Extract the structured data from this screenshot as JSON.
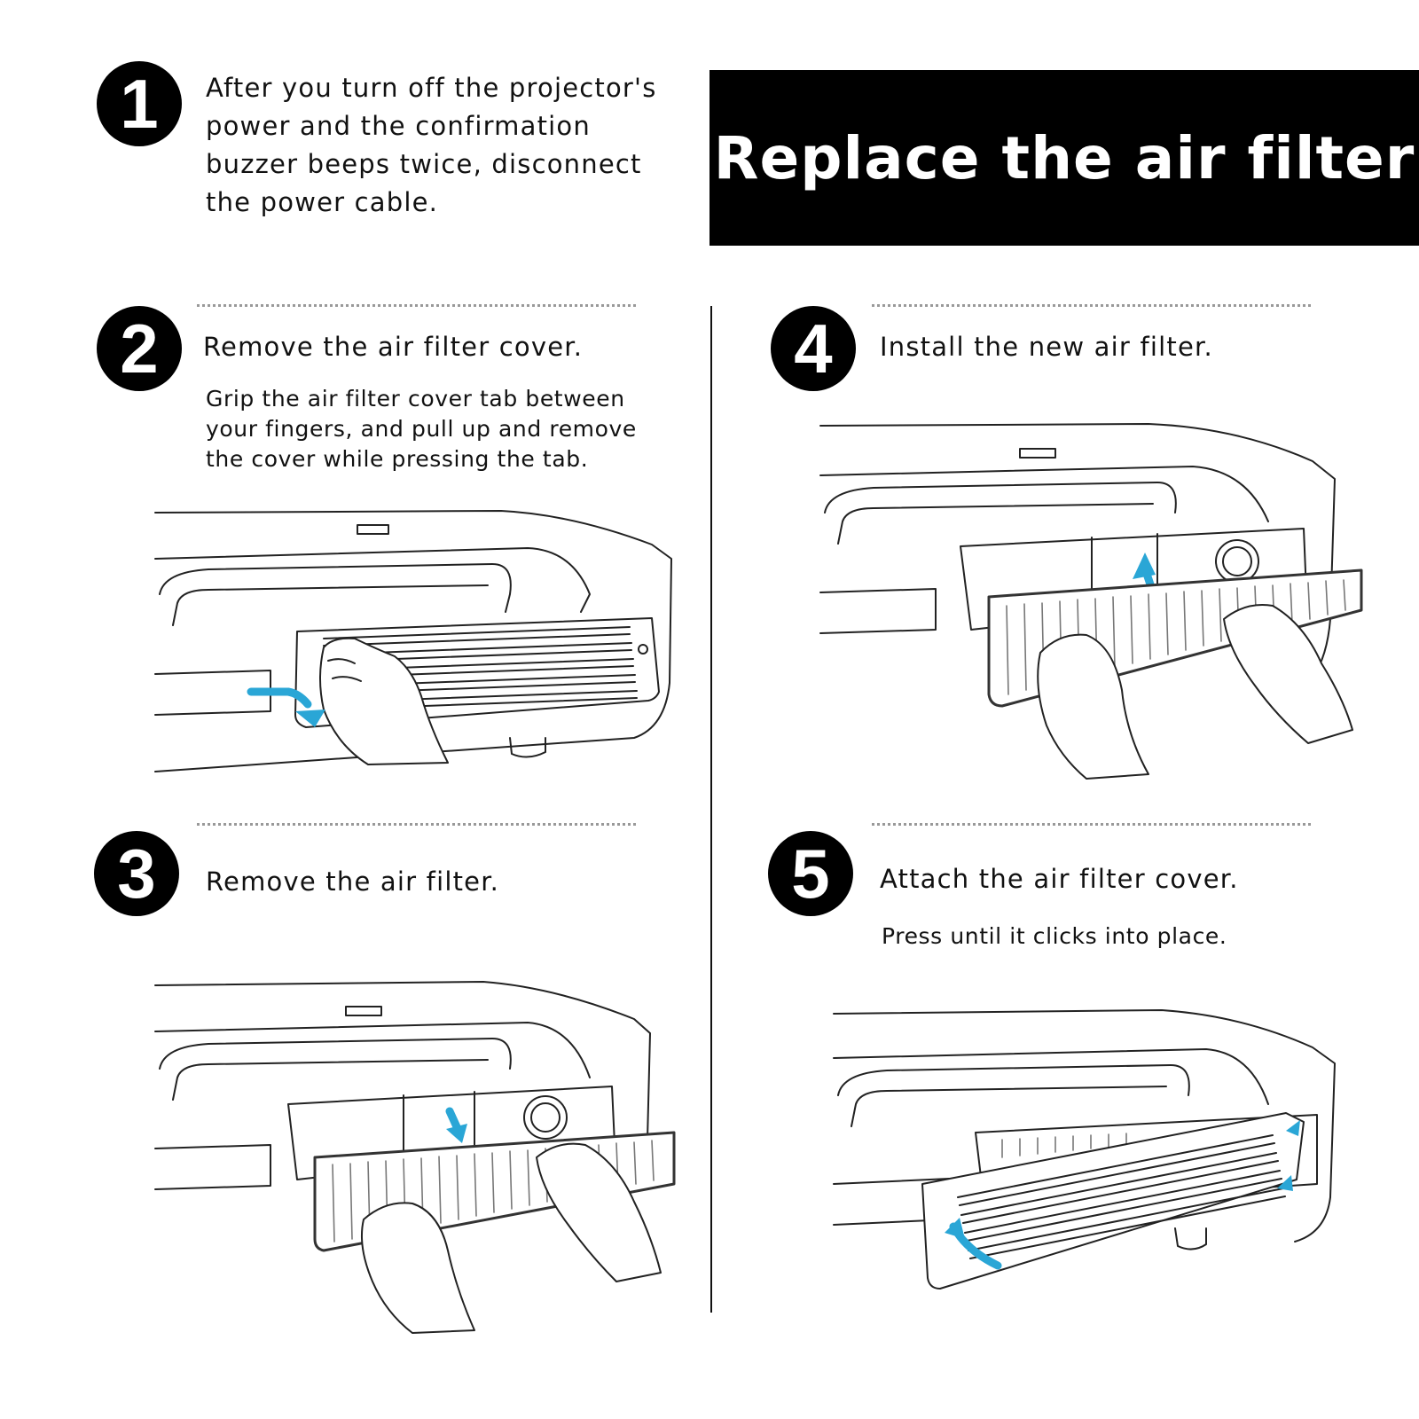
{
  "title": "Replace the air filter",
  "steps": [
    {
      "number": "1",
      "text": "After you turn off the projector's\npower and the confirmation\nbuzzer beeps twice, disconnect\nthe power cable."
    },
    {
      "number": "2",
      "heading": "Remove the air filter cover.",
      "description": "Grip the air filter cover tab between\nyour fingers, and pull up and remove\nthe cover while pressing the tab."
    },
    {
      "number": "3",
      "heading": "Remove the air filter."
    },
    {
      "number": "4",
      "heading": "Install the new air filter."
    },
    {
      "number": "5",
      "heading": "Attach the air filter cover.",
      "description": "Press until it clicks into place."
    }
  ],
  "colors": {
    "banner": "#000000",
    "arrow": "#2aa6d6",
    "divider": "#999999"
  }
}
